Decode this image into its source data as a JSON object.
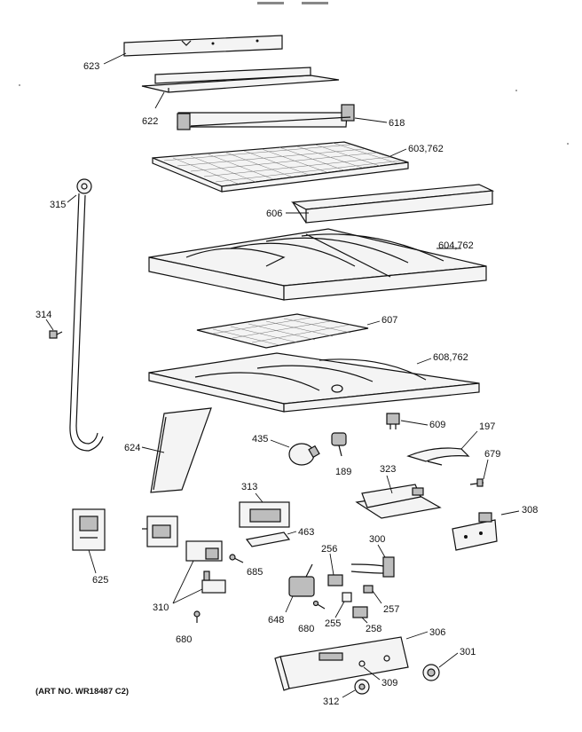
{
  "art_number": "(ART NO. WR18487 C2)",
  "callouts": {
    "p623": "623",
    "p622": "622",
    "p618": "618",
    "p603": "603,762",
    "p606": "606",
    "p315": "315",
    "p604": "604,762",
    "p314": "314",
    "p607": "607",
    "p608": "608,762",
    "p609": "609",
    "p624": "624",
    "p435": "435",
    "p197": "197",
    "p189": "189",
    "p323": "323",
    "p679": "679",
    "p313": "313",
    "p308": "308",
    "p463": "463",
    "p300": "300",
    "p256": "256",
    "p685": "685",
    "p625": "625",
    "p257": "257",
    "p310": "310",
    "p648": "648",
    "p255": "255",
    "p680a": "680",
    "p680b": "680",
    "p258": "258",
    "p306": "306",
    "p301": "301",
    "p309": "309",
    "p312": "312"
  }
}
